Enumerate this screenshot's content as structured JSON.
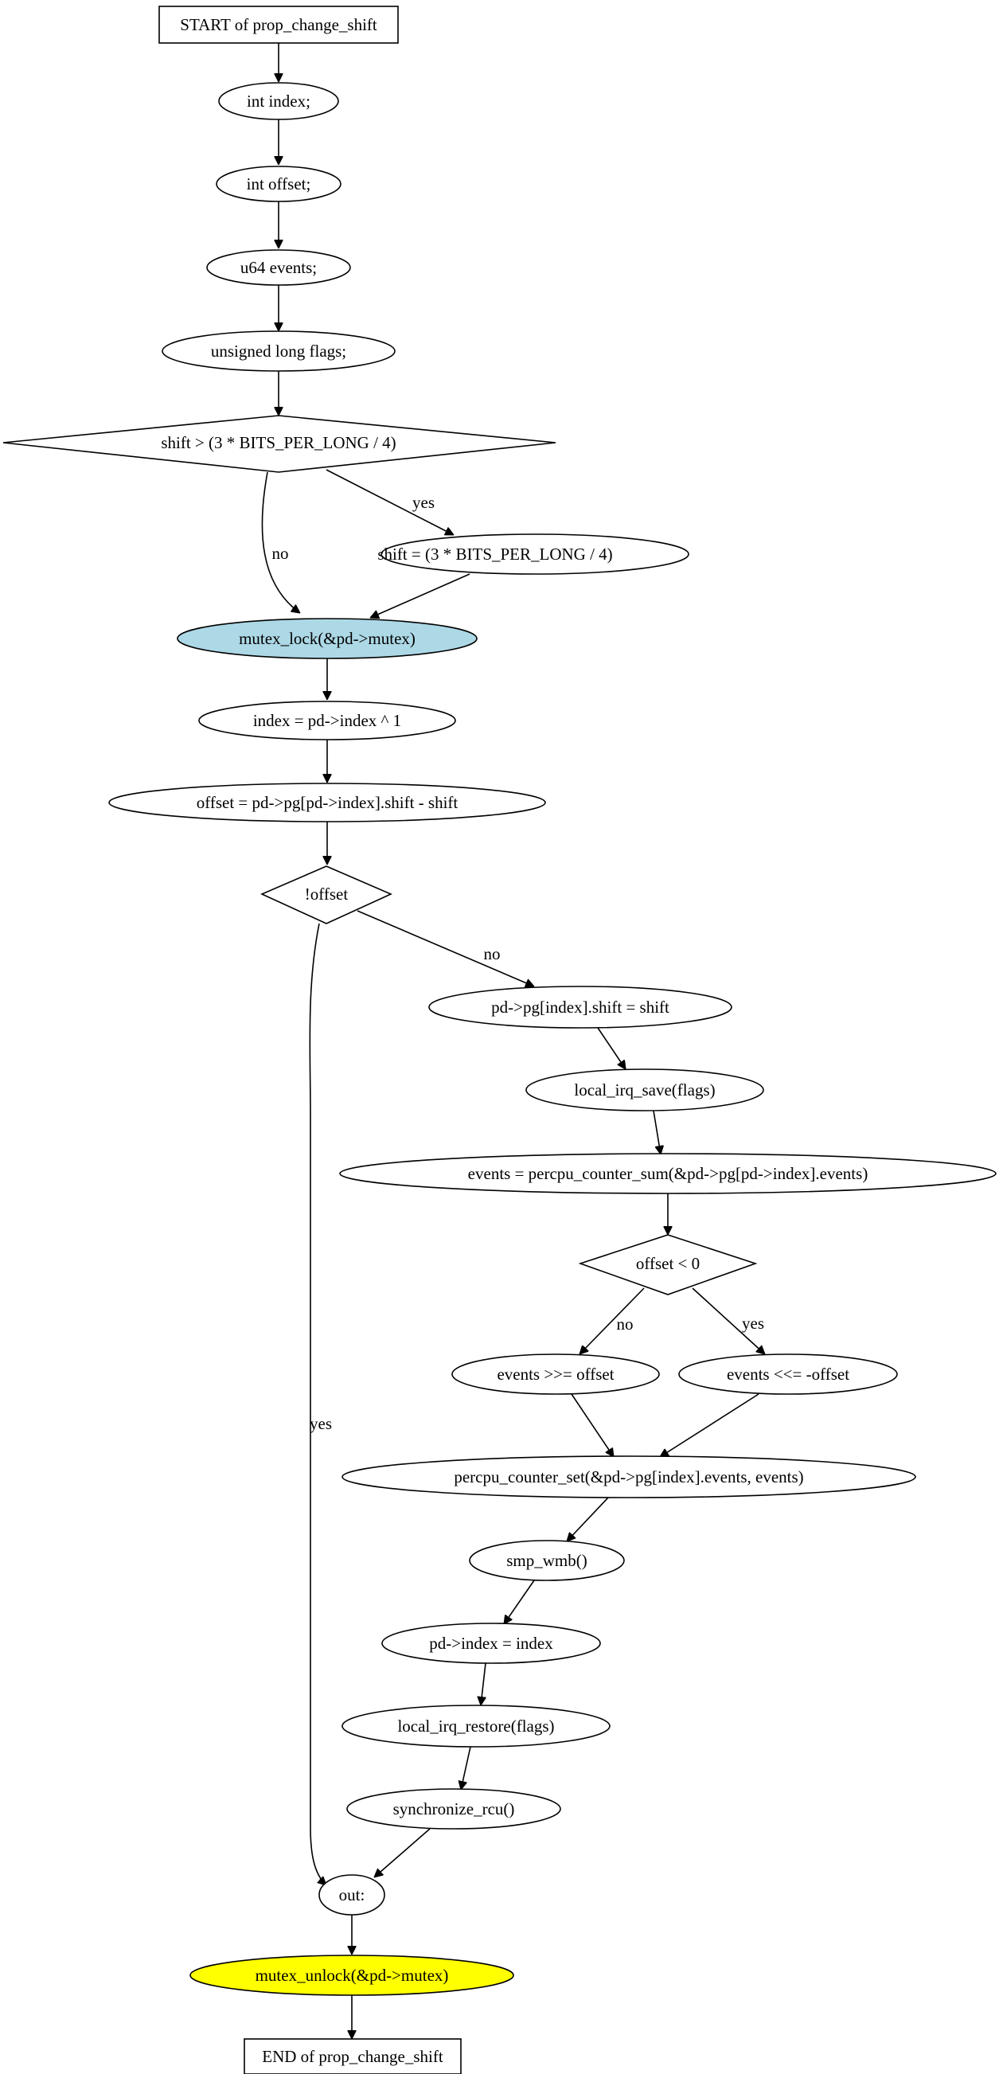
{
  "diagram": {
    "nodes": {
      "start": "START of prop_change_shift",
      "decl_index": "int index;",
      "decl_offset": "int offset;",
      "decl_events": "u64 events;",
      "decl_flags": "unsigned long flags;",
      "cond_shift": "shift > (3 * BITS_PER_LONG / 4)",
      "assign_shift": "shift = (3 * BITS_PER_LONG / 4)",
      "mutex_lock": "mutex_lock(&pd->mutex)",
      "assign_index": "index = pd->index ^ 1",
      "assign_offset": "offset = pd->pg[pd->index].shift - shift",
      "cond_offset": "!offset",
      "set_pg_shift": "pd->pg[index].shift = shift",
      "irq_save": "local_irq_save(flags)",
      "counter_sum": "events = percpu_counter_sum(&pd->pg[pd->index].events)",
      "cond_offset_neg": "offset < 0",
      "shift_right": "events >>= offset",
      "shift_left": "events <<= -offset",
      "counter_set": "percpu_counter_set(&pd->pg[index].events, events)",
      "smp_wmb": "smp_wmb()",
      "set_pd_index": "pd->index = index",
      "irq_restore": "local_irq_restore(flags)",
      "sync_rcu": "synchronize_rcu()",
      "out_label": "out:",
      "mutex_unlock": "mutex_unlock(&pd->mutex)",
      "end": "END of prop_change_shift"
    },
    "edge_labels": {
      "shift_yes": "yes",
      "shift_no": "no",
      "offset_no": "no",
      "offset_yes": "yes",
      "neg_no": "no",
      "neg_yes": "yes"
    },
    "colors": {
      "mutex_lock_fill": "#add8e6",
      "mutex_unlock_fill": "#ffff00",
      "default_fill": "#ffffff",
      "stroke": "#000000"
    }
  }
}
